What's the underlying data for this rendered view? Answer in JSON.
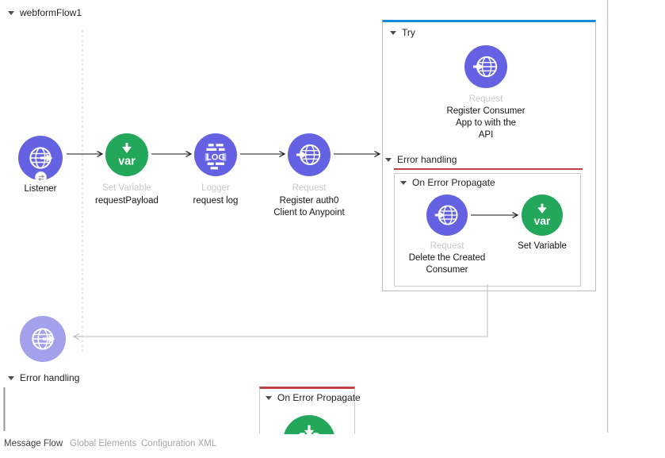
{
  "flow_title": "webformFlow1",
  "main_flow": {
    "listener": {
      "name": "Listener"
    },
    "set_variable": {
      "type": "Set Variable",
      "name": "requestPayload"
    },
    "logger": {
      "type": "Logger",
      "name": "request log"
    },
    "request": {
      "type": "Request",
      "name_lines": [
        "Register auth0",
        "Client to Anypoint"
      ]
    }
  },
  "try_scope": {
    "title": "Try",
    "request": {
      "type": "Request",
      "name_lines": [
        "Register Consumer",
        "App to with the",
        "API"
      ]
    },
    "error_handling": {
      "title": "Error handling",
      "on_error_propagate": {
        "title": "On Error Propagate",
        "request": {
          "type": "Request",
          "name_lines": [
            "Delete the Created",
            "Consumer"
          ]
        },
        "set_variable": {
          "name": "Set Variable"
        }
      }
    }
  },
  "flow_error_handling": {
    "title": "Error handling",
    "on_error_propagate": {
      "title": "On Error Propagate"
    }
  },
  "tabs": {
    "message_flow": "Message Flow",
    "global_elements": "Global Elements",
    "configuration_xml": "Configuration XML"
  },
  "icons": {
    "listener": "http-listener-globe",
    "response": "http-response-globe",
    "request": "http-request-globe",
    "set_variable": "var-down-arrow",
    "logger": "log-lines",
    "set_payload": "payload-tray-arrow",
    "listener_badge": "exchange-arrows"
  },
  "colors": {
    "connector_purple": "#6462e2",
    "response_purple": "#a3a1ec",
    "transformer_green": "#23a75a",
    "selection_blue": "#1789d8",
    "error_red": "#bf4246"
  }
}
